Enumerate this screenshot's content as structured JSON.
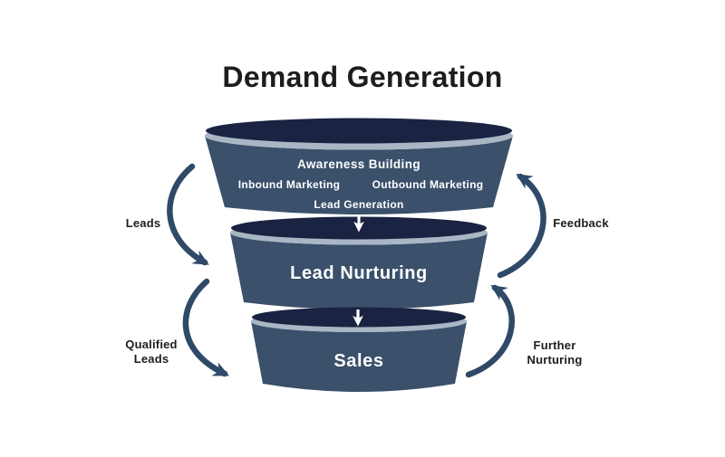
{
  "title": "Demand Generation",
  "funnel": {
    "stages": [
      {
        "name": "Awareness Building",
        "items": [
          "Inbound Marketing",
          "Outbound Marketing",
          "Lead Generation"
        ]
      },
      {
        "name": "Lead Nurturing"
      },
      {
        "name": "Sales"
      }
    ]
  },
  "flow_labels": {
    "leads": "Leads",
    "qualified_leads": [
      "Qualified",
      "Leads"
    ],
    "feedback": "Feedback",
    "further_nurturing": [
      "Further",
      "Nurturing"
    ]
  },
  "colors": {
    "background": "#ffffff",
    "title_text": "#1d1d1f",
    "side_label_text": "#1d1d1f",
    "funnel_top": "#1a2342",
    "funnel_rim": "#a9b6c4",
    "funnel_body": "#3a506b",
    "funnel_text": "#ffffff",
    "curved_arrow": "#2f4a68",
    "flow_arrow": "#ffffff"
  }
}
